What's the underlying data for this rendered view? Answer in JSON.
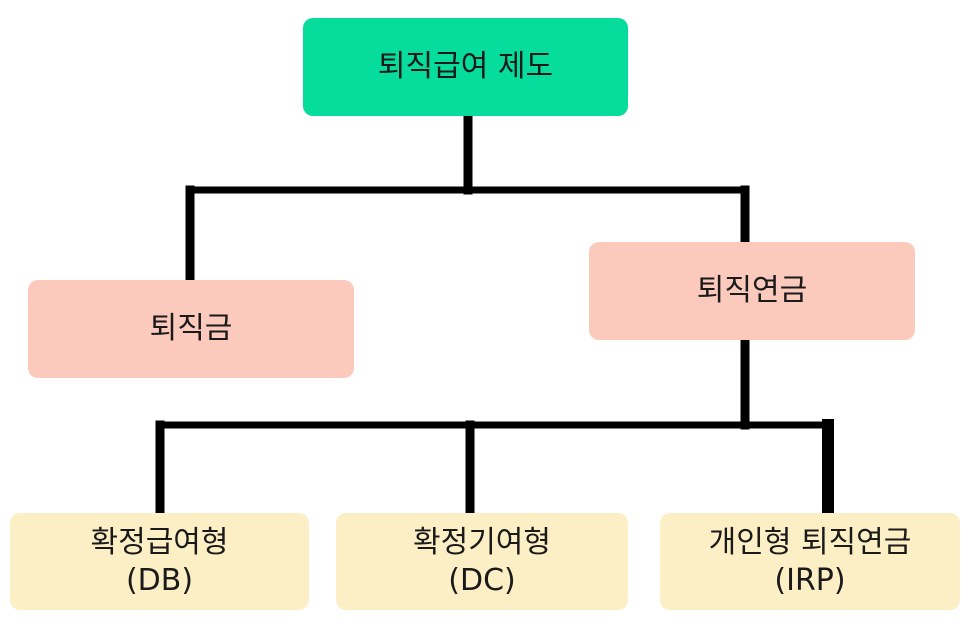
{
  "diagram": {
    "root": {
      "label": "퇴직급여 제도"
    },
    "level1": [
      {
        "label": "퇴직금"
      },
      {
        "label": "퇴직연금"
      }
    ],
    "level2": [
      {
        "line1": "확정급여형",
        "line2": "(DB)"
      },
      {
        "line1": "확정기여형",
        "line2": "(DC)"
      },
      {
        "line1": "개인형 퇴직연금",
        "line2": "(IRP)"
      }
    ],
    "colors": {
      "root_fill": "#06dd9c",
      "level1_fill": "#fbcabd",
      "level2_fill": "#fdefc5",
      "connector": "#000000"
    }
  }
}
